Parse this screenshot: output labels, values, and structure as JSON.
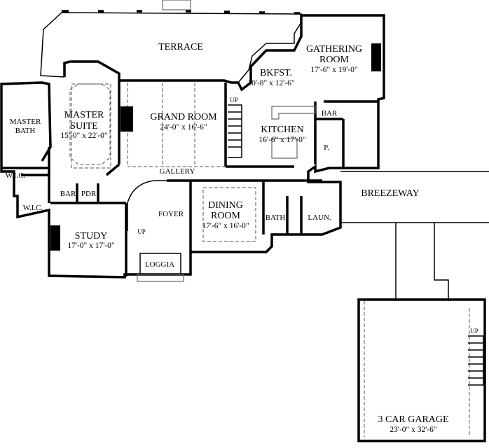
{
  "rooms": {
    "terrace": {
      "name": "TERRACE"
    },
    "gathering": {
      "name_line1": "GATHERING",
      "name_line2": "ROOM",
      "size": "17'-6\" x 19'-0\""
    },
    "bkfst": {
      "name": "BKFST.",
      "size": "10'-8\" x 12'-6\""
    },
    "master_suite": {
      "name_line1": "MASTER",
      "name_line2": "SUITE",
      "size": "15'-0\" x 22'-0\""
    },
    "master_bath": {
      "name_line1": "MASTER",
      "name_line2": "BATH"
    },
    "grand_room": {
      "name": "GRAND ROOM",
      "size": "24'-0\" x 16'-6\""
    },
    "kitchen": {
      "name": "KITCHEN",
      "size": "16'-6\" x 17'-0\""
    },
    "kitchen_bar": {
      "name": "BAR"
    },
    "pantry": {
      "name": "P."
    },
    "gallery": {
      "name": "GALLERY"
    },
    "wic1": {
      "name": "W.I.C."
    },
    "wic2": {
      "name": "W.I.C."
    },
    "bar": {
      "name": "BAR"
    },
    "pdr": {
      "name": "PDR."
    },
    "foyer": {
      "name": "FOYER"
    },
    "dining": {
      "name_line1": "DINING",
      "name_line2": "ROOM",
      "size": "17'-6\" x 16'-0\""
    },
    "bath": {
      "name": "BATH"
    },
    "laundry": {
      "name": "LAUN."
    },
    "breezeway": {
      "name": "BREEZEWAY"
    },
    "study": {
      "name": "STUDY",
      "size": "17'-0\" x 17'-0\""
    },
    "loggia": {
      "name": "LOGGIA"
    },
    "garage": {
      "name": "3 CAR GARAGE",
      "size": "23'-0\" x 32'-6\""
    }
  },
  "stairs": {
    "up_grand": "UP",
    "up_foyer": "UP",
    "up_garage": "UP"
  }
}
